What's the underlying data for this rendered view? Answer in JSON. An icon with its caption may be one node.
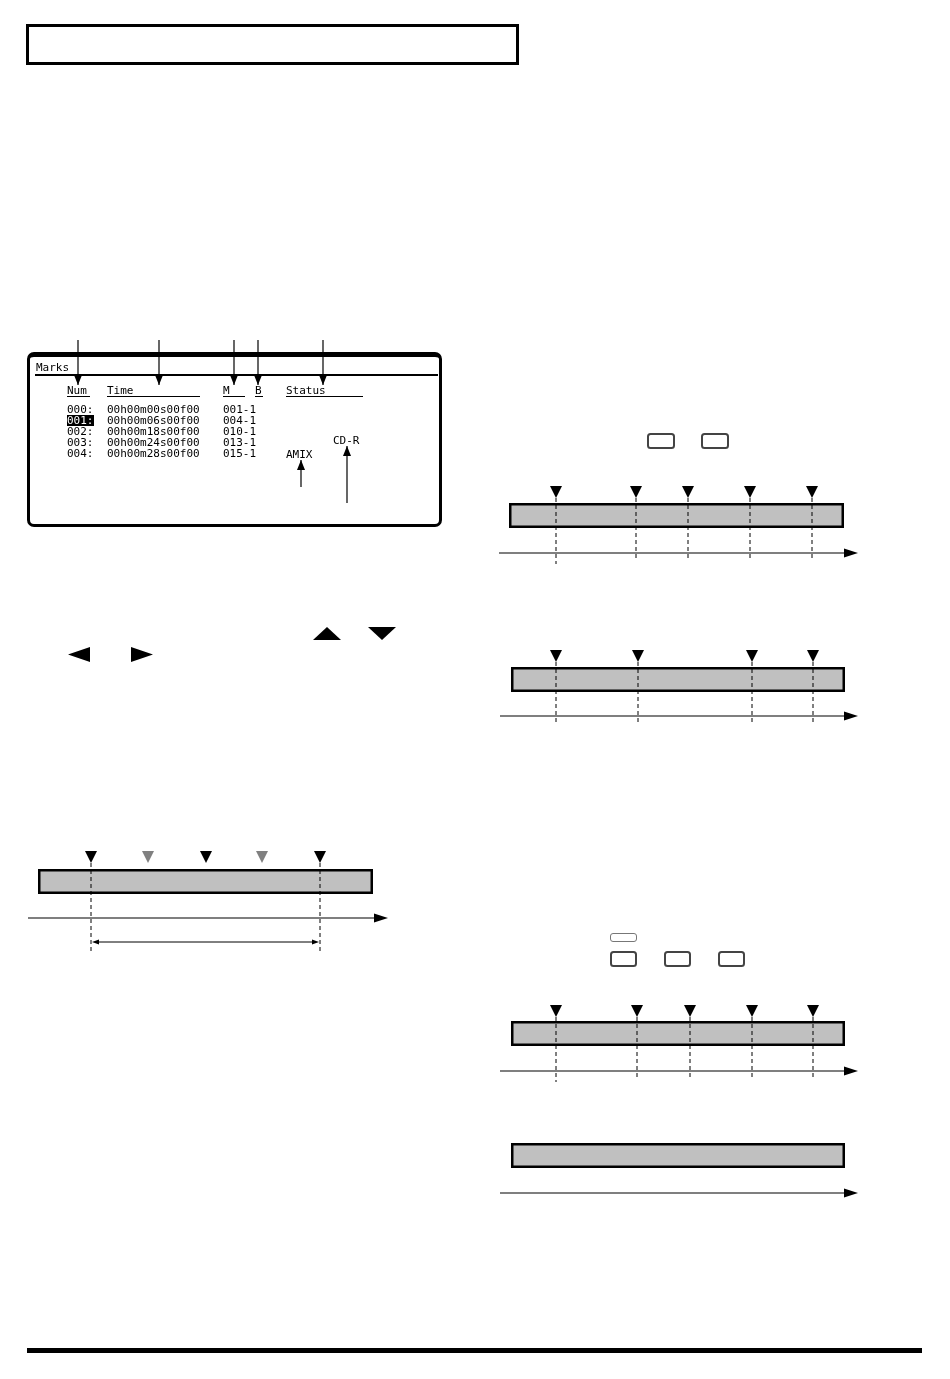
{
  "diagram": {
    "nodes": [
      {
        "text": [
          "Marks"
        ]
      },
      {
        "text": [
          "Num"
        ],
        "in": 0
      },
      {
        "text": [
          "Time"
        ],
        "in": 0
      },
      {
        "text": [
          "M"
        ],
        "in": 0
      },
      {
        "text": [
          "B"
        ],
        "in": 0
      },
      {
        "text": [
          "Status"
        ],
        "in": 0
      },
      {
        "text": [
          "AMIX"
        ],
        "in": 0
      },
      {
        "text": [
          "CD-R"
        ],
        "in": 0
      }
    ],
    "edges": [
      {
        "from": null,
        "to": 1,
        "arrow": "to"
      },
      {
        "from": null,
        "to": 2,
        "arrow": "to"
      },
      {
        "from": null,
        "to": 3,
        "arrow": "to"
      },
      {
        "from": null,
        "to": 4,
        "arrow": "to"
      },
      {
        "from": null,
        "to": 5,
        "arrow": "to"
      },
      {
        "from": null,
        "to": 6,
        "arrow": "to"
      },
      {
        "from": null,
        "to": 7,
        "arrow": "to"
      }
    ],
    "labels": [
      "000:",
      "00h00m00s00f00",
      "001-1",
      "001:",
      "00h00m06s00f00",
      "004-1",
      "002:",
      "00h00m18s00f00",
      "010-1",
      "003:",
      "00h00m24s00f00",
      "013-1",
      "004:",
      "00h00m28s00f00",
      "015-1"
    ]
  }
}
